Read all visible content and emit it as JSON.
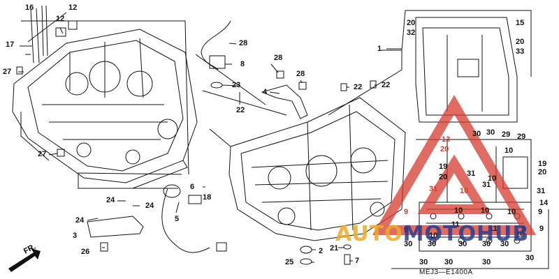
{
  "diagram": {
    "part_code": "MEJ3—E1400A",
    "direction_label": "FR.",
    "watermark": {
      "part_a": "AUTO",
      "part_b": "MOTO",
      "part_c": "HUB"
    },
    "accent_color": "#d63a2f",
    "line_color": "#111111",
    "callouts": [
      {
        "id": "c16",
        "text": "16"
      },
      {
        "id": "c12a",
        "text": "12"
      },
      {
        "id": "c12b",
        "text": "12"
      },
      {
        "id": "c17",
        "text": "17"
      },
      {
        "id": "c27a",
        "text": "27"
      },
      {
        "id": "c27b",
        "text": "27"
      },
      {
        "id": "c28a",
        "text": "28"
      },
      {
        "id": "c8",
        "text": "8"
      },
      {
        "id": "c23",
        "text": "23"
      },
      {
        "id": "c22a",
        "text": "22"
      },
      {
        "id": "c28b",
        "text": "28"
      },
      {
        "id": "c28c",
        "text": "28"
      },
      {
        "id": "c4",
        "text": "4"
      },
      {
        "id": "c22b",
        "text": "22"
      },
      {
        "id": "c22c",
        "text": "22"
      },
      {
        "id": "c1",
        "text": "1"
      },
      {
        "id": "c20a",
        "text": "20"
      },
      {
        "id": "c32",
        "text": "32"
      },
      {
        "id": "c15",
        "text": "15"
      },
      {
        "id": "c20b",
        "text": "20"
      },
      {
        "id": "c33",
        "text": "33"
      },
      {
        "id": "c13",
        "text": "13"
      },
      {
        "id": "c20c",
        "text": "20"
      },
      {
        "id": "c19a",
        "text": "19"
      },
      {
        "id": "c20d",
        "text": "20"
      },
      {
        "id": "c30a",
        "text": "30"
      },
      {
        "id": "c30b",
        "text": "30"
      },
      {
        "id": "c29a",
        "text": "29"
      },
      {
        "id": "c29b",
        "text": "29"
      },
      {
        "id": "c10a",
        "text": "10"
      },
      {
        "id": "c19b",
        "text": "19"
      },
      {
        "id": "c20e",
        "text": "20"
      },
      {
        "id": "c31a",
        "text": "31"
      },
      {
        "id": "c31b",
        "text": "31"
      },
      {
        "id": "c10b",
        "text": "10"
      },
      {
        "id": "c31c",
        "text": "31"
      },
      {
        "id": "c10c",
        "text": "10"
      },
      {
        "id": "c14",
        "text": "14"
      },
      {
        "id": "c31d",
        "text": "31"
      },
      {
        "id": "c9a",
        "text": "9"
      },
      {
        "id": "c10d",
        "text": "10"
      },
      {
        "id": "c10e",
        "text": "10"
      },
      {
        "id": "c10f",
        "text": "10"
      },
      {
        "id": "c9b",
        "text": "9"
      },
      {
        "id": "c9c",
        "text": "9"
      },
      {
        "id": "c11a",
        "text": "11"
      },
      {
        "id": "c11b",
        "text": "11"
      },
      {
        "id": "c9d",
        "text": "9"
      },
      {
        "id": "c9e",
        "text": "9"
      },
      {
        "id": "c10g",
        "text": "10"
      },
      {
        "id": "c10h",
        "text": "10"
      },
      {
        "id": "c30c",
        "text": "30"
      },
      {
        "id": "c30d",
        "text": "30"
      },
      {
        "id": "c30e",
        "text": "30"
      },
      {
        "id": "c30f",
        "text": "30"
      },
      {
        "id": "c30g",
        "text": "30"
      },
      {
        "id": "c30h",
        "text": "30"
      },
      {
        "id": "c30i",
        "text": "30"
      },
      {
        "id": "c30j",
        "text": "30"
      },
      {
        "id": "c30k",
        "text": "30"
      },
      {
        "id": "c6",
        "text": "6"
      },
      {
        "id": "c18",
        "text": "18"
      },
      {
        "id": "c24a",
        "text": "24"
      },
      {
        "id": "c24b",
        "text": "24"
      },
      {
        "id": "c5",
        "text": "5"
      },
      {
        "id": "c24c",
        "text": "24"
      },
      {
        "id": "c3",
        "text": "3"
      },
      {
        "id": "c26",
        "text": "26"
      },
      {
        "id": "c2",
        "text": "2"
      },
      {
        "id": "c21",
        "text": "21"
      },
      {
        "id": "c25",
        "text": "25"
      },
      {
        "id": "c7",
        "text": "7"
      }
    ]
  }
}
